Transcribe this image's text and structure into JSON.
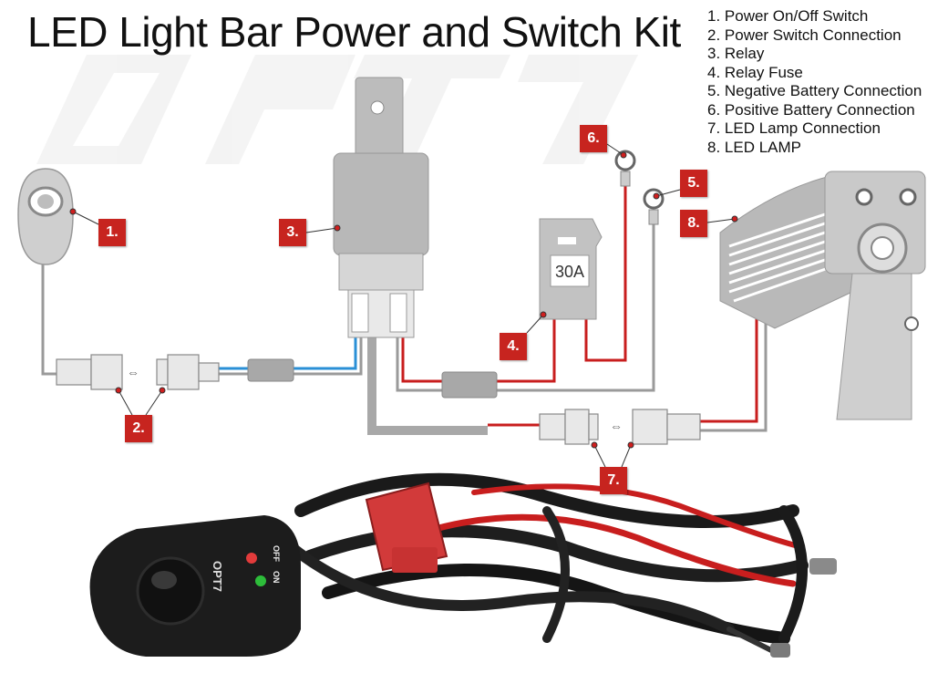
{
  "title": "LED Light Bar Power and Switch Kit",
  "legend": [
    "1. Power On/Off Switch",
    "2. Power Switch Connection",
    "3. Relay",
    "4. Relay Fuse",
    "5. Negative Battery Connection",
    "6. Positive Battery Connection",
    "7. LED Lamp Connection",
    "8. LED LAMP"
  ],
  "badges": [
    "1.",
    "2.",
    "3.",
    "4.",
    "5.",
    "6.",
    "7.",
    "8."
  ],
  "fuse_rating": "30A",
  "watermark": "OPT7",
  "switch": {
    "brand": "OPT7",
    "off_label": "OFF",
    "on_label": "ON"
  },
  "colors": {
    "badge": "#c7241f",
    "positive_wire": "#c81e1e",
    "signal_wire": "#2a8fd6",
    "component_gray": "#b5b5b5"
  }
}
